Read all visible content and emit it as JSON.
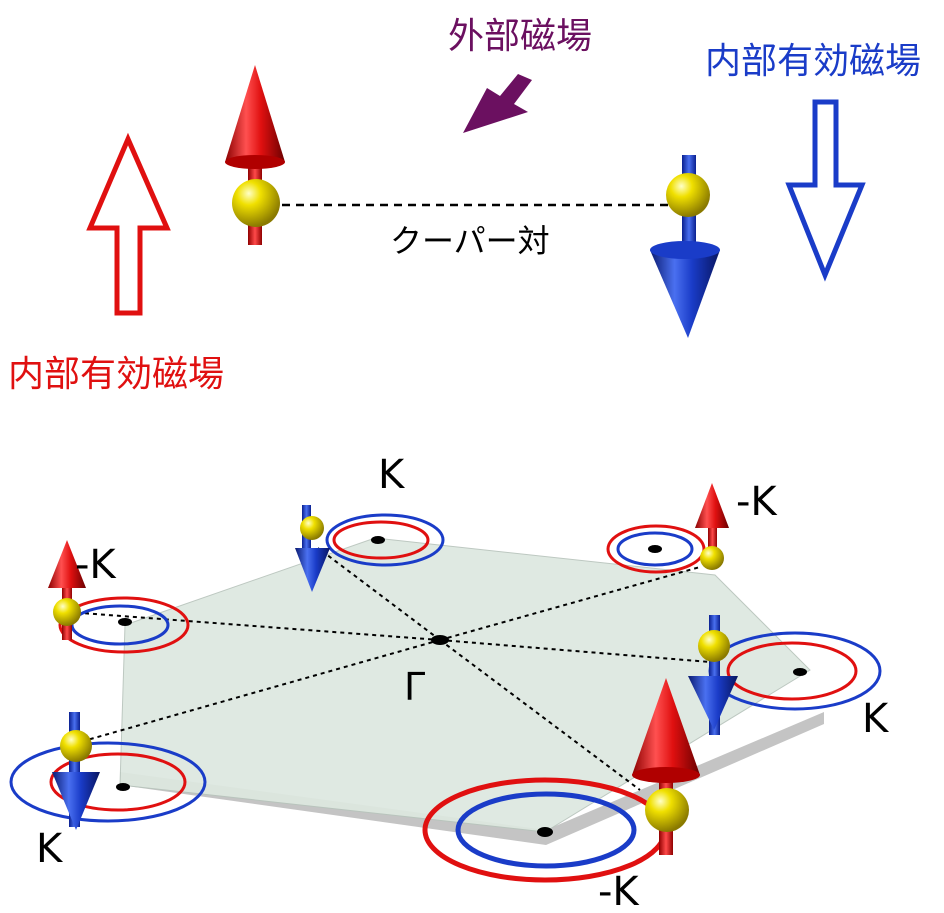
{
  "top": {
    "external_field_label": "外部磁場",
    "internal_field_label_right": "内部有効磁場",
    "internal_field_label_left": "内部有効磁場",
    "pair_label": "クーパー対"
  },
  "bottom": {
    "center_label": "Γ",
    "valley_labels": {
      "top": "K",
      "top_right": "-K",
      "right": "K",
      "bottom_right": "-K",
      "bottom_left": "K",
      "left": "-K"
    }
  },
  "colors": {
    "spin_up": "#e01010",
    "spin_down": "#1a3cc8",
    "external_field": "#6b1060",
    "electron": "#e8d800",
    "plane": "#dde8e0",
    "plane_shadow": "#c8c8c8"
  }
}
